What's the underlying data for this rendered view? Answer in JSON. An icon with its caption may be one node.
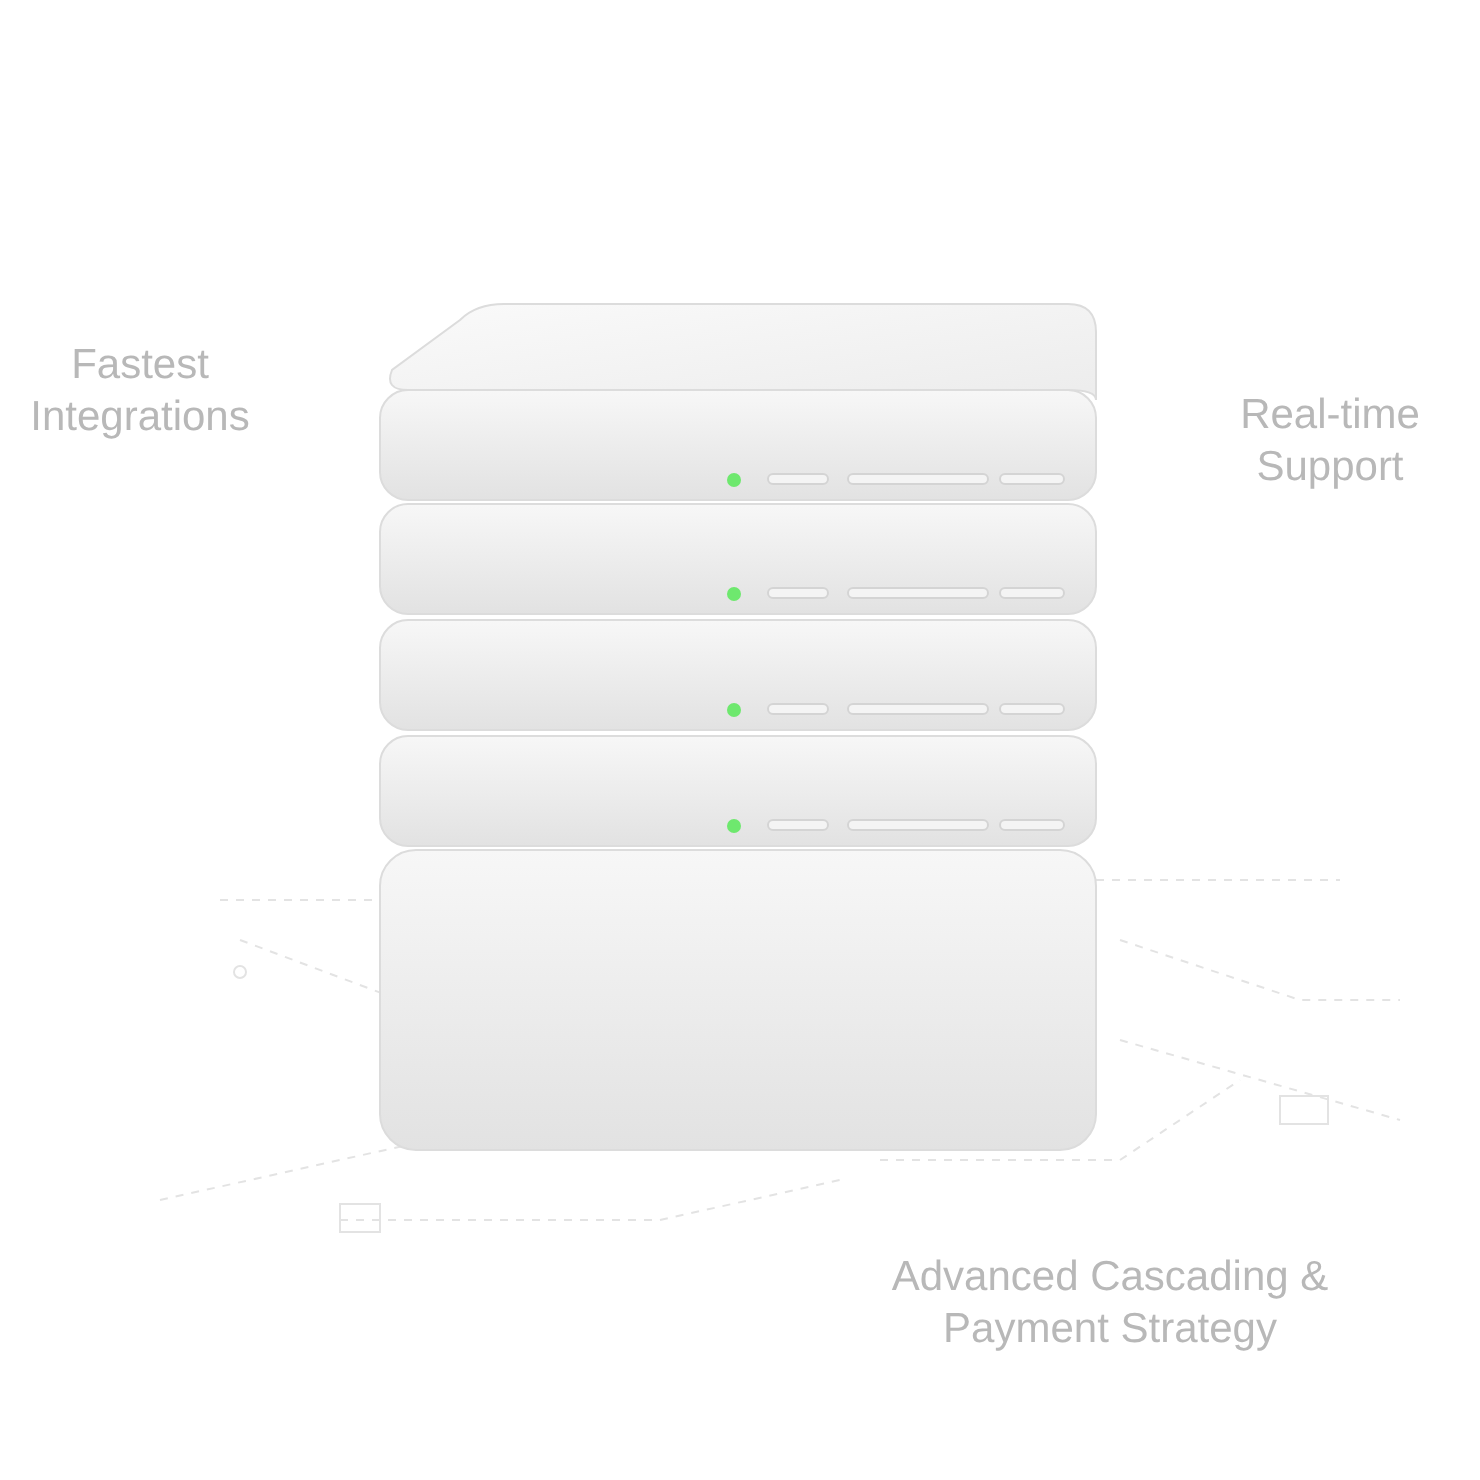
{
  "diagram": {
    "labels": [
      "Fastest Integrations",
      "Real-time Support",
      "Advanced Cascading & Payment Strategy"
    ]
  }
}
